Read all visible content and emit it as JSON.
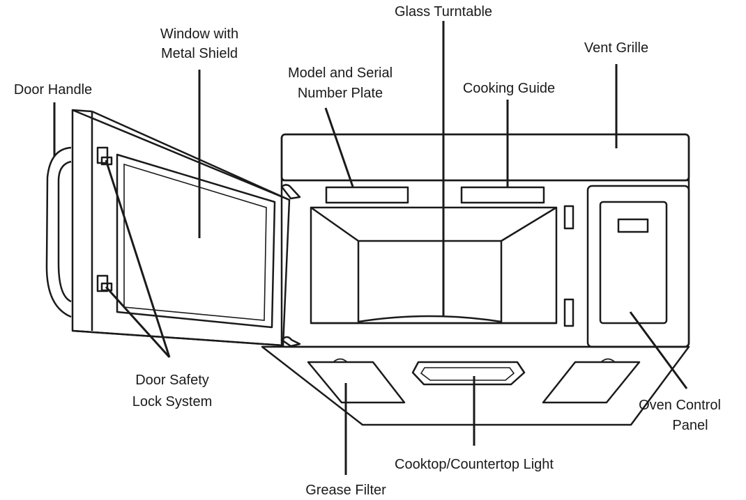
{
  "labels": {
    "glass_turntable": "Glass Turntable",
    "window_line1": "Window with",
    "window_line2": "Metal Shield",
    "vent_grille": "Vent Grille",
    "model_line1": "Model and Serial",
    "model_line2": "Number Plate",
    "door_handle": "Door Handle",
    "cooking_guide": "Cooking Guide",
    "door_safety_line1": "Door Safety",
    "door_safety_line2": "Lock System",
    "oven_control_line1": "Oven Control",
    "oven_control_line2": "Panel",
    "cooktop_light": "Cooktop/Countertop Light",
    "grease_filter": "Grease Filter"
  },
  "colors": {
    "ink": "#1a1a1a",
    "background": "#ffffff"
  }
}
